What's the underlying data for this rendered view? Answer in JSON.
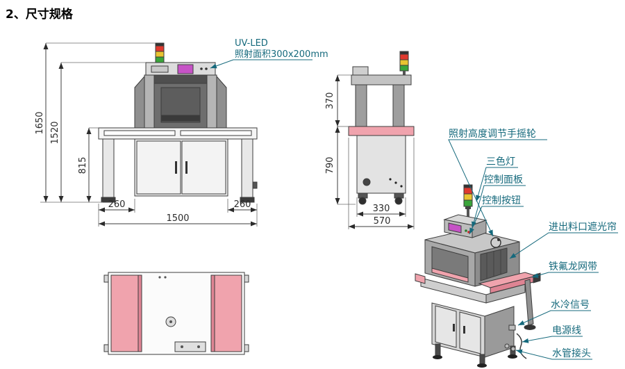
{
  "title": "2、尺寸规格",
  "uv_note": {
    "line1": "UV-LED",
    "line2": "照射面积300x200mm"
  },
  "front_view": {
    "height_overall": "1650",
    "height_body": "1520",
    "height_table": "815",
    "offset_left": "260",
    "width_overall": "1500",
    "offset_right": "260"
  },
  "side_view": {
    "height_head": "370",
    "height_base": "790",
    "width_body": "330",
    "width_overall": "570"
  },
  "callouts": [
    "照射高度调节手摇轮",
    "三色灯",
    "控制面板",
    "控制按钮",
    "进出料口遮光帘",
    "铁氟龙网带",
    "水冷信号",
    "电源线",
    "水管接头"
  ],
  "colors": {
    "callout_label": "#15697c",
    "dimension_text": "#2b2b2b",
    "belt_pink": "#f0a3ad",
    "screen_magenta": "#c653c6",
    "light_red": "#e0392e",
    "light_yellow": "#e9c431",
    "light_green": "#3aa53a"
  }
}
